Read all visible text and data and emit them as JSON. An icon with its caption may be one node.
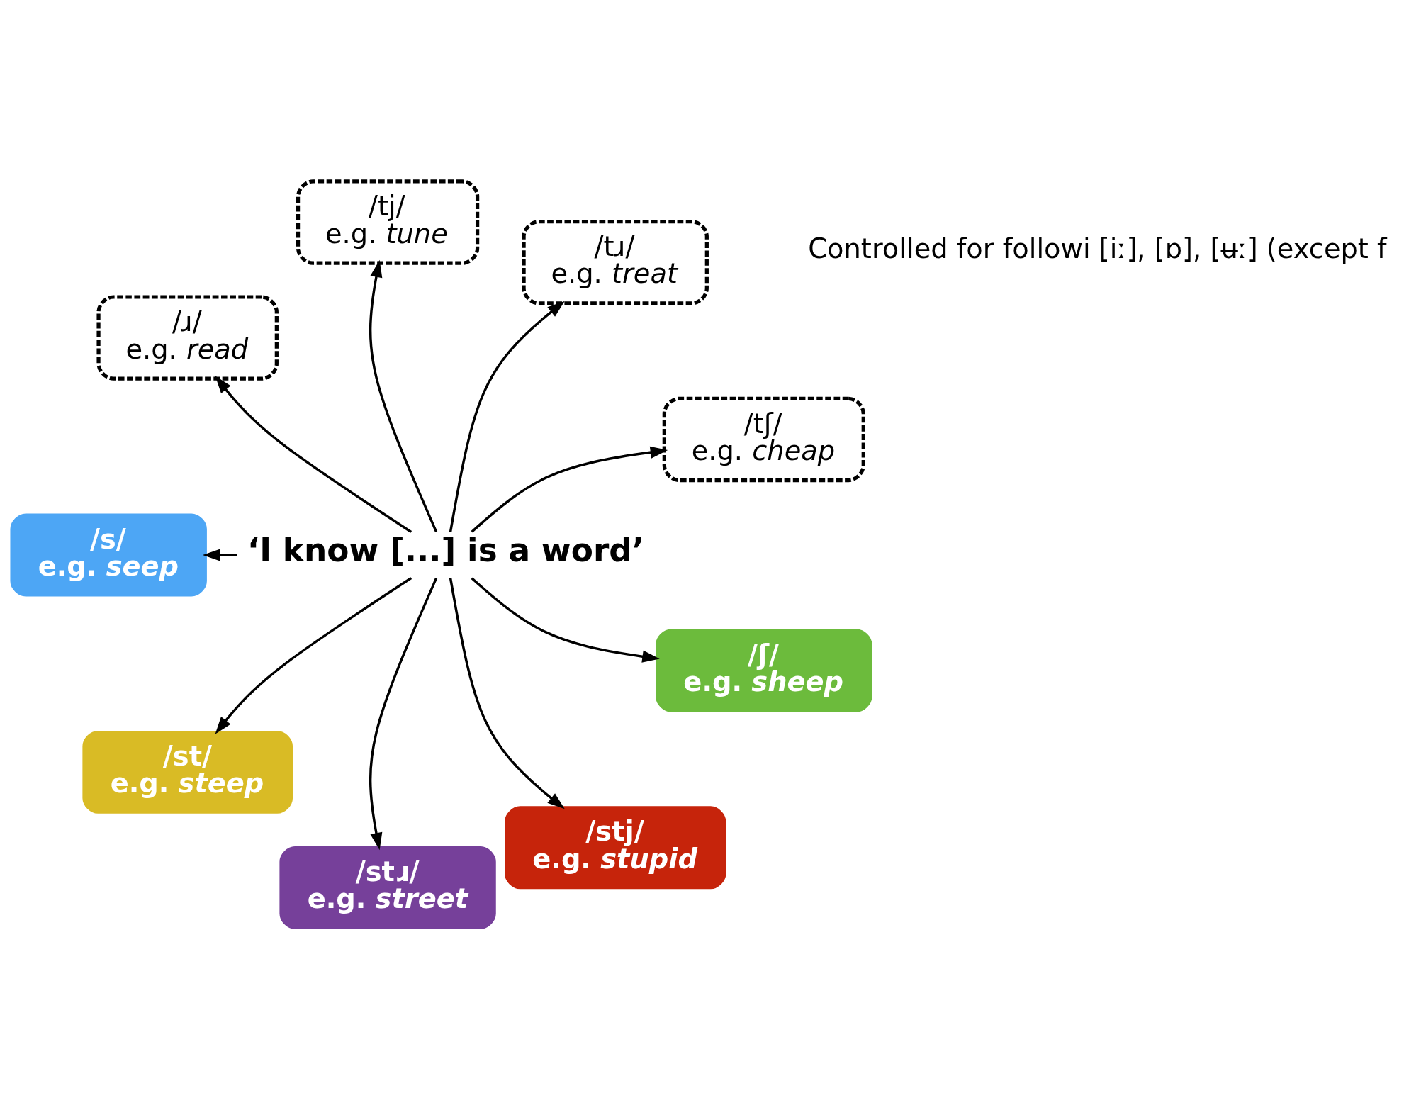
{
  "diagram": {
    "nodes": [
      {
        "text": [
          "‘I know [...] is a word’"
        ]
      },
      {
        "text": [
          "/tʃ/",
          "e.g. *cheap*"
        ]
      },
      {
        "text": [
          "/tɹ/",
          "e.g. *treat*"
        ]
      },
      {
        "text": [
          "/tj/",
          "e.g. *tune*"
        ]
      },
      {
        "text": [
          "/ɹ/",
          "e.g. *read*"
        ]
      },
      {
        "text": [
          "/s/",
          "e.g. *seep*"
        ]
      },
      {
        "text": [
          "/st/",
          "e.g. *steep*"
        ]
      },
      {
        "text": [
          "/stɹ/",
          "e.g. *street*"
        ]
      },
      {
        "text": [
          "/stj/",
          "e.g. *stupid*"
        ]
      },
      {
        "text": [
          "/ʃ/",
          "e.g. *sheep*"
        ]
      }
    ],
    "edges": [
      {
        "from": 0,
        "to": 1,
        "arrow": "to"
      },
      {
        "from": 0,
        "to": 2,
        "arrow": "to"
      },
      {
        "from": 0,
        "to": 3,
        "arrow": "to"
      },
      {
        "from": 0,
        "to": 4,
        "arrow": "to"
      },
      {
        "from": 0,
        "to": 5,
        "arrow": "to"
      },
      {
        "from": 0,
        "to": 6,
        "arrow": "to"
      },
      {
        "from": 0,
        "to": 7,
        "arrow": "to"
      },
      {
        "from": 0,
        "to": 8,
        "arrow": "to"
      },
      {
        "from": 0,
        "to": 9,
        "arrow": "to"
      }
    ],
    "labels": [
      "Controlled for followi [iː], [ɒ], [ʉː] (except f"
    ]
  }
}
